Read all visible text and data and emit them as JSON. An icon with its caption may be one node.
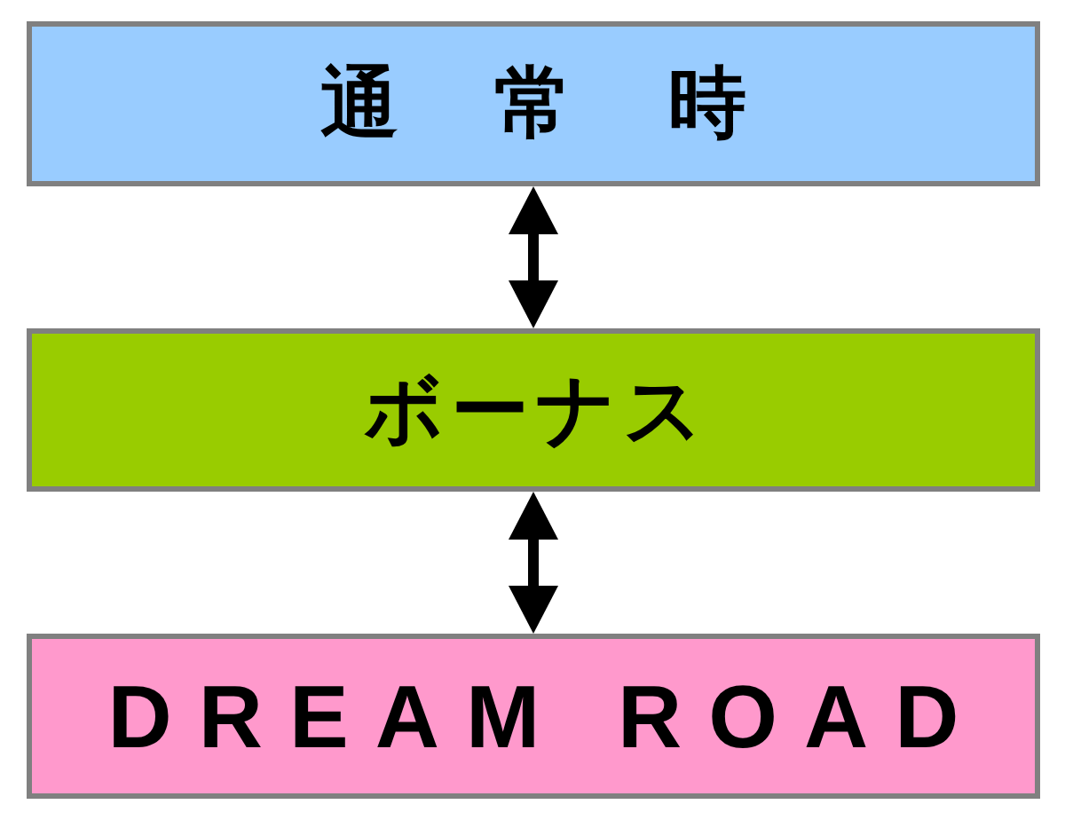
{
  "diagram": {
    "nodes": [
      {
        "text": [
          "通常時"
        ]
      },
      {
        "text": [
          "ボーナス"
        ]
      },
      {
        "text": [
          "DREAM ROAD"
        ]
      }
    ],
    "edges": [
      {
        "from": 0,
        "to": 1,
        "arrow": "both"
      },
      {
        "from": 1,
        "to": 2,
        "arrow": "both"
      }
    ]
  }
}
